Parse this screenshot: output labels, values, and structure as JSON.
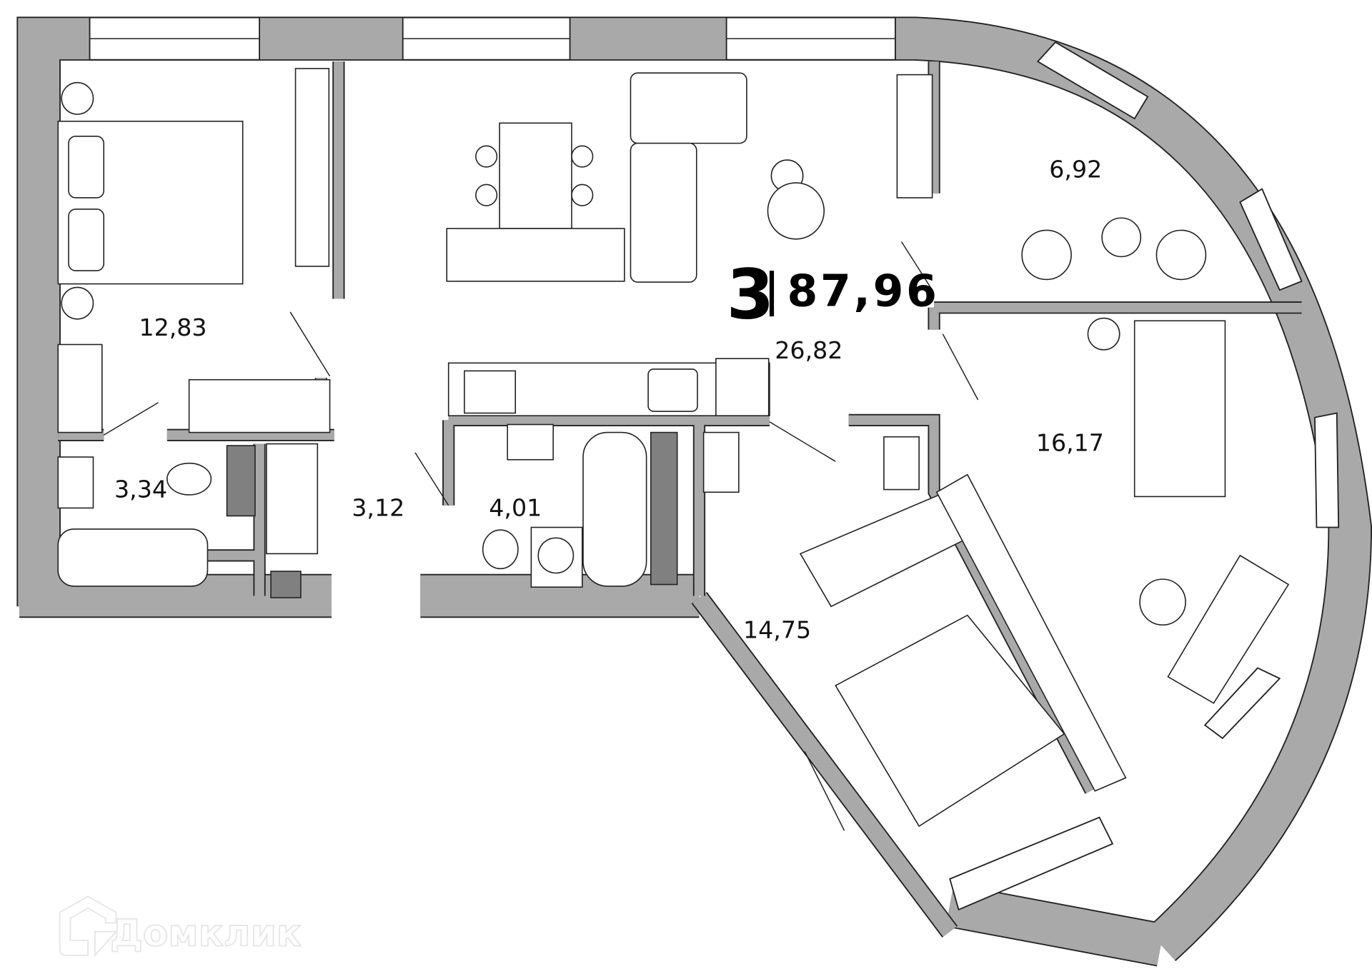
{
  "plan": {
    "rooms_count": "3",
    "total_area": "87,96",
    "rooms": [
      {
        "id": "bedroom-left",
        "area": "12,83"
      },
      {
        "id": "bathroom-left",
        "area": "3,34"
      },
      {
        "id": "hallway",
        "area": "3,12"
      },
      {
        "id": "bathroom-center",
        "area": "4,01"
      },
      {
        "id": "living-kitchen",
        "area": "26,82"
      },
      {
        "id": "lounge",
        "area": "6,92"
      },
      {
        "id": "bedroom-right",
        "area": "16,17"
      },
      {
        "id": "bedroom-bottom",
        "area": "14,75"
      }
    ]
  },
  "watermark": {
    "text": "Домклик"
  },
  "colors": {
    "wall": "#a9a9a9",
    "outline": "#222222",
    "background": "#ffffff"
  }
}
